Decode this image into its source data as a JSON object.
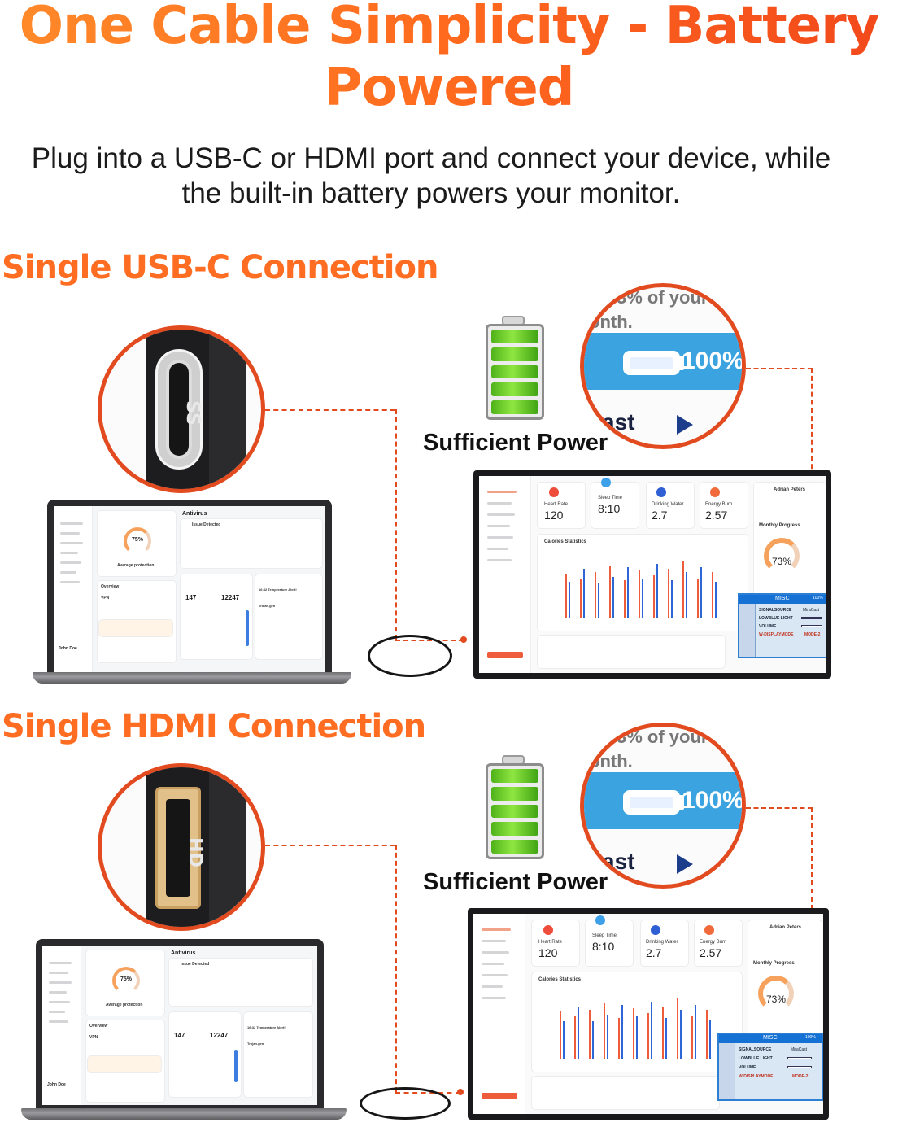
{
  "title_line1": "One Cable Simplicity - Battery",
  "title_line2": "Powered",
  "subtitle_line1": "Plug into a USB-C or HDMI port and connect your device, while",
  "subtitle_line2": "the built-in battery powers your monitor.",
  "sections": [
    {
      "heading": "Single USB-C Connection",
      "port_label": "SS",
      "power_label": "Sufficient Power",
      "zoom": {
        "top_text": "3% of your",
        "top_text2": "onth.",
        "percent": "100%",
        "bottom_text": "ast"
      },
      "laptop": {
        "antivirus": "Antivirus",
        "issue": "Issue Detected",
        "protection_pct": "75%",
        "protection_label": "Average protection",
        "overview": "Overview",
        "vpn": "VPN",
        "stat1": "147",
        "stat2": "12247",
        "temp": "16:32 Temperature Alert!",
        "trojan": "Trojan.gen",
        "user": "John Doe"
      },
      "monitor": {
        "heart_rate_label": "Heart Rate",
        "heart_rate": "120",
        "sleep_label": "Sleep Time",
        "sleep": "8:10",
        "water_label": "Drinking Water",
        "water": "2.7",
        "energy_label": "Energy Burn",
        "energy": "2.57",
        "profile": "Adrian Peters",
        "progress_label": "Monthly Progress",
        "progress_pct": "73%",
        "chart_label": "Calories Statistics",
        "osd_title": "MISC",
        "osd_pct": "100%",
        "osd_rows": [
          "SIGNALSOURCE",
          "LOWBLUE LIGHT",
          "VOLUME",
          "W-DISPLAYMODE"
        ],
        "osd_values": [
          "MiraCast",
          "",
          "",
          "MODE-2"
        ]
      }
    },
    {
      "heading": "Single HDMI Connection",
      "port_label": "HD",
      "power_label": "Sufficient Power",
      "zoom": {
        "top_text": "3% of your",
        "top_text2": "onth.",
        "percent": "100%",
        "bottom_text": "ast"
      },
      "laptop": {
        "antivirus": "Antivirus",
        "issue": "Issue Detected",
        "protection_pct": "75%",
        "protection_label": "Average protection",
        "overview": "Overview",
        "vpn": "VPN",
        "stat1": "147",
        "stat2": "12247",
        "temp": "16:32 Temperature Alert!",
        "trojan": "Trojan.gen",
        "user": "John Doe"
      },
      "monitor": {
        "heart_rate_label": "Heart Rate",
        "heart_rate": "120",
        "sleep_label": "Sleep Time",
        "sleep": "8:10",
        "water_label": "Drinking Water",
        "water": "2.7",
        "energy_label": "Energy Burn",
        "energy": "2.57",
        "profile": "Adrian Peters",
        "progress_label": "Monthly Progress",
        "progress_pct": "73%",
        "chart_label": "Calories Statistics",
        "osd_title": "MISC",
        "osd_pct": "100%",
        "osd_rows": [
          "SIGNALSOURCE",
          "LOWBLUE LIGHT",
          "VOLUME",
          "W-DISPLAYMODE"
        ],
        "osd_values": [
          "MiraCast",
          "",
          "",
          "MODE-2"
        ]
      }
    }
  ],
  "colors": {
    "accent": "#ff6d22",
    "connector": "#e24b1f",
    "battery_green": "#5cc21e",
    "osd_blue": "#1572d4"
  }
}
